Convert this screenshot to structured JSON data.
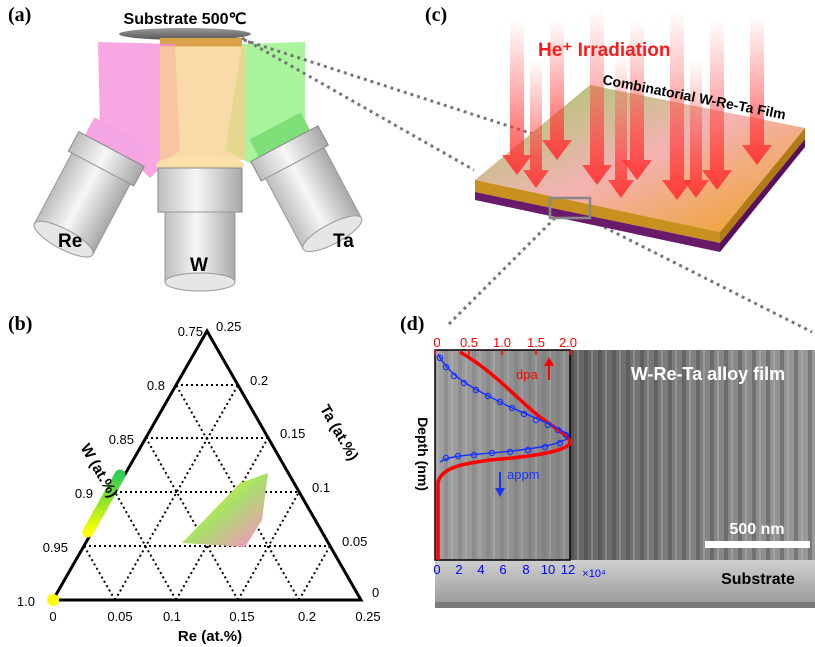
{
  "panels": {
    "a": {
      "label": "(a)",
      "substrate_label": "Substrate 500℃",
      "guns": [
        "Re",
        "W",
        "Ta"
      ]
    },
    "b": {
      "label": "(b)",
      "w_axis_label": "W (at.%)",
      "ta_axis_label": "Ta (at.%)",
      "re_axis_label": "Re (at.%)",
      "w_ticks": [
        "0.75",
        "0.8",
        "0.85",
        "0.9",
        "0.95",
        "1.0"
      ],
      "ta_ticks": [
        "0.25",
        "0.2",
        "0.15",
        "0.1",
        "0.05",
        "0"
      ],
      "re_ticks": [
        "0",
        "0.05",
        "0.1",
        "0.15",
        "0.2",
        "0.25"
      ]
    },
    "c": {
      "label": "(c)",
      "irradiation_label": "He⁺ Irradiation",
      "film_label": "Combinatorial W-Re-Ta Film"
    },
    "d": {
      "label": "(d)",
      "film_label": "W-Re-Ta alloy film",
      "substrate_label": "Substrate",
      "scale_bar_label": "500 nm",
      "y_axis_label": "Depth (nm)",
      "top_axis_ticks": [
        "0",
        "0.5",
        "1.0",
        "1.5",
        "2.0"
      ],
      "bottom_axis_ticks": [
        "0",
        "2",
        "4",
        "6",
        "8",
        "10",
        "12"
      ],
      "bottom_axis_multiplier": "×10⁴",
      "dpa_label": "dpa",
      "appm_label": "appm"
    }
  },
  "colors": {
    "dpa": "#ff0000",
    "appm": "#0000ff",
    "irradiation": "#ff2a2a",
    "film": "#f0a020"
  }
}
